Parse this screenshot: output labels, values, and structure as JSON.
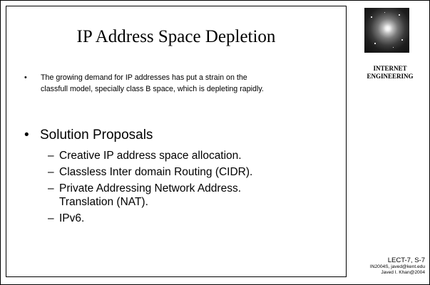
{
  "slide": {
    "title": "IP Address Space Depletion",
    "intro_bullet": "The growing demand for IP addresses has put a strain on the classfull model, specially class B space, which is depleting rapidly.",
    "main_bullet": "Solution Proposals",
    "bullet_symbol": "•",
    "dash_symbol": "–",
    "sub_items": [
      "Creative IP address space allocation.",
      "Classless Inter domain Routing (CIDR).",
      "Private Addressing Network Address. Translation (NAT).",
      "IPv6."
    ]
  },
  "sidebar": {
    "logo_icon": "galaxy-logo-icon",
    "org_line1": "INTERNET",
    "org_line2": "ENGINEERING"
  },
  "footer": {
    "lecture": "LECT-7, S-7",
    "course": "IN2004S, javed@kent.edu",
    "author": "Javed I. Khan@2004"
  }
}
